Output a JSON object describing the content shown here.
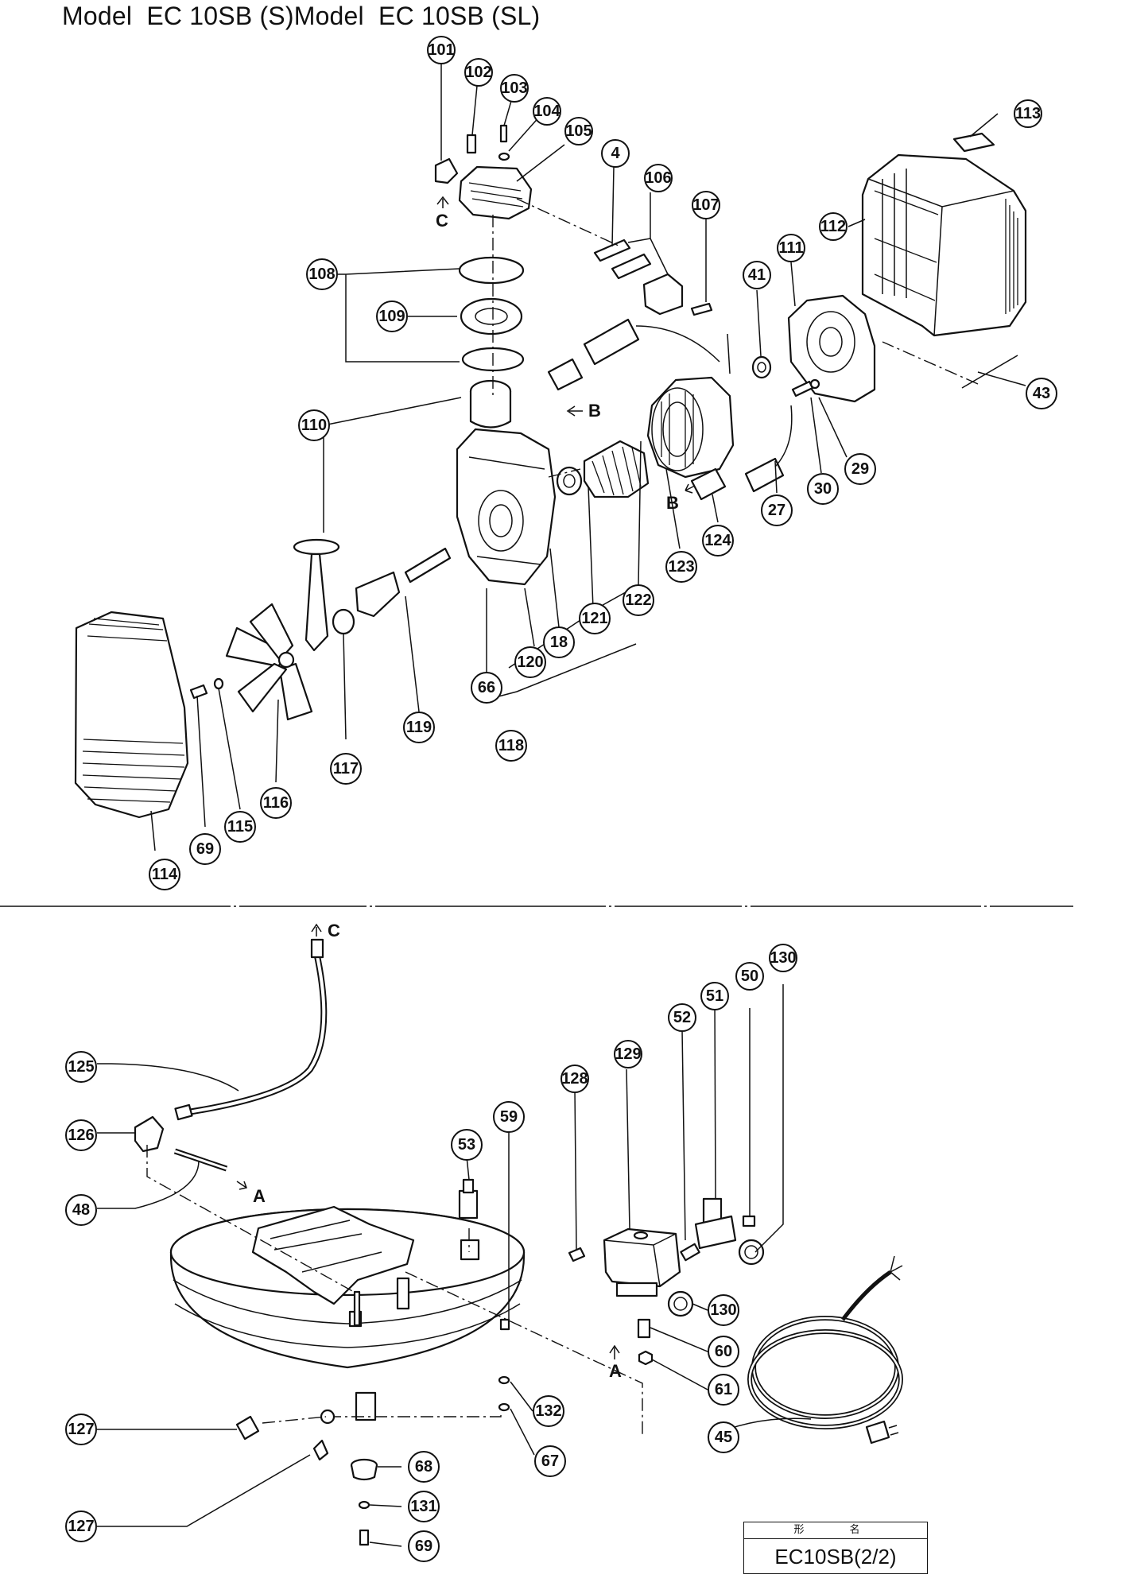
{
  "header": {
    "title": "Model  EC 10SB (S)Model  EC 10SB (SL)"
  },
  "title_block": {
    "label": "形　名",
    "model": "EC10SB(2/2)"
  },
  "references": {
    "a": "A",
    "b": "B",
    "c": "C"
  },
  "callouts": {
    "p101": "101",
    "p102": "102",
    "p103": "103",
    "p104": "104",
    "p105": "105",
    "p4": "4",
    "p106": "106",
    "p107": "107",
    "p113": "113",
    "p112": "112",
    "p111": "111",
    "p41": "41",
    "p108": "108",
    "p109": "109",
    "p43": "43",
    "p110": "110",
    "p29": "29",
    "p30": "30",
    "p27": "27",
    "p124": "124",
    "p123": "123",
    "p122": "122",
    "p121": "121",
    "p18": "18",
    "p120": "120",
    "p66": "66",
    "p118": "118",
    "p119": "119",
    "p117": "117",
    "p116": "116",
    "p115": "115",
    "p69a": "69",
    "p114": "114",
    "p125": "125",
    "p126": "126",
    "p48": "48",
    "p53": "53",
    "p59": "59",
    "p128": "128",
    "p129": "129",
    "p52": "52",
    "p51": "51",
    "p50": "50",
    "p130a": "130",
    "p130b": "130",
    "p60": "60",
    "p61": "61",
    "p132": "132",
    "p67": "67",
    "p68": "68",
    "p131": "131",
    "p69b": "69",
    "p127a": "127",
    "p127b": "127",
    "p45": "45"
  }
}
